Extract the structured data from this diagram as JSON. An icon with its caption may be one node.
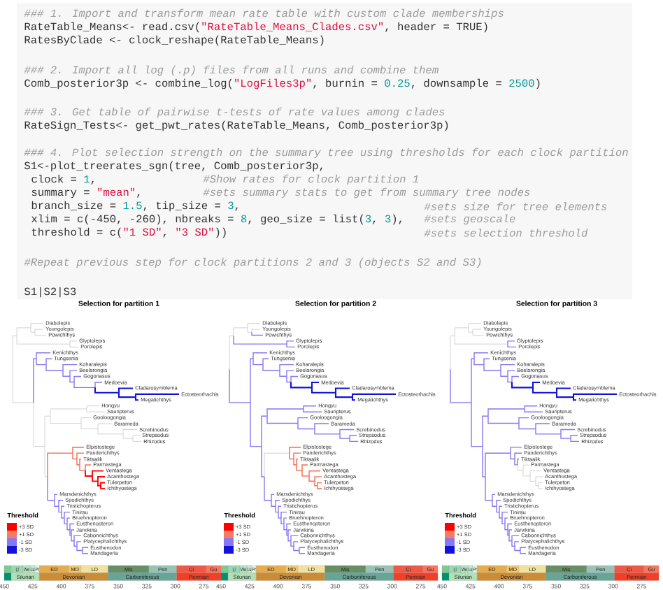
{
  "diagram": {
    "labels": [
      "### 1. Import and transform mean rate table with custom clade memberships",
      "RateTable_Means<- read.csv(\"RateTable_Means_Clades.csv\", header = TRUE)",
      "RatesByClade <- clock_reshape(RateTable_Means)",
      "### 2. Import all log (.p) files from all runs and combine them",
      "Comb_posterior3p <- combine_log(\"LogFiles3p\", burnin = 0.25, downsample = 2500)",
      "### 3. Get table of pairwise t-tests of rate values among clades",
      "RateSign_Tests<- get_pwt_rates(RateTable_Means, Comb_posterior3p)",
      "### 4. Plot selection strength on the summary tree using thresholds for each clock partition",
      "S1<-plot_treerates_sgn(tree, Comb_posterior3p,",
      "clock = 1,",
      "#Show rates for clock partition 1",
      "summary = \"mean\",",
      "#sets summary stats to get from summary tree nodes",
      "branch_size = 1.5, tip_size = 3,",
      "#sets size for tree elements",
      "xlim = c(-450, -260), nbreaks = 8, geo_size = list(3, 3),",
      "#sets geoscale",
      "threshold = c(\"1 SD\", \"3 SD\"))",
      "#sets selection threshold",
      "#Repeat previous step for clock partitions 2 and 3 (objects S2 and S3)",
      "S1|S2|S3",
      "Selection for partition 1",
      "Diabolepis",
      "Youngolepis",
      "Powichthys",
      "Glyptolepis",
      "Porolepis",
      "Kenichthys",
      "Tungsenia",
      "Koharalepis",
      "Beelarongia",
      "Gogonasus",
      "Medoevia",
      "Cladarosymblema",
      "Ectosteorhachis",
      "Megalichthys",
      "Hongyu",
      "Sauripterus",
      "Gooloogongia",
      "Barameda",
      "Screbinodus",
      "Strepsodus",
      "Rhizodus",
      "Elpistostege",
      "Panderichthys",
      "Tiktaalik",
      "Parmastega",
      "Ventastega",
      "Acanthostega",
      "Tulerpeton",
      "Ichthyostega",
      "Marsdenichthys",
      "Spodichthys",
      "Tristichopterus",
      "Tinirau",
      "Bruehnopteron",
      "Eusthenopteron",
      "Jarvikina",
      "Cabonnichthys",
      "Platycephalichthys",
      "Eusthenodon",
      "Mandageria",
      "Threshold",
      "Ll",
      "We",
      "Lu",
      "Pr",
      "ED",
      "MD",
      "LD",
      "Mis",
      "Pen",
      "Ci",
      "Gu",
      "Silurian",
      "Devonian",
      "Carboniferous",
      "Permian",
      "450",
      "425",
      "400",
      "375",
      "350",
      "325",
      "300",
      "275",
      "Selection for partition 2",
      "Diabolepis",
      "Youngolepis",
      "Powichthys",
      "Glyptolepis",
      "Porolepis",
      "Kenichthys",
      "Tungsenia",
      "Koharalepis",
      "Beelarongia",
      "Gogonasus",
      "Medoevia",
      "Cladarosymblema",
      "Ectosteorhachis",
      "Megalichthys",
      "Hongyu",
      "Sauripterus",
      "Gooloogongia",
      "Barameda",
      "Screbinodus",
      "Strepsodus",
      "Rhizodus",
      "Elpistostege",
      "Panderichthys",
      "Tiktaalik",
      "Parmastega",
      "Ventastega",
      "Acanthostega",
      "Tulerpeton",
      "Ichthyostega",
      "Marsdenichthys",
      "Spodichthys",
      "Tristichopterus",
      "Tinirau",
      "Bruehnopteron",
      "Eusthenopteron",
      "Jarvikina",
      "Cabonnichthys",
      "Platycephalichthys",
      "Eusthenodon",
      "Mandageria",
      "Threshold",
      "Ll",
      "We",
      "Lu",
      "Pr",
      "ED",
      "MD",
      "LD",
      "Mis",
      "Pen",
      "Ci",
      "Gu",
      "Silurian",
      "Devonian",
      "Carboniferous",
      "Permian",
      "450",
      "425",
      "400",
      "375",
      "350",
      "325",
      "300",
      "275",
      "Selection for partition 3",
      "Diabolepis",
      "Youngolepis",
      "Powichthys",
      "Glyptolepis",
      "Porolepis",
      "Kenichthys",
      "Tungsenia",
      "Koharalepis",
      "Beelarongia",
      "Gogonasus",
      "Medoevia",
      "Cladarosymblema",
      "Ectosteorhachis",
      "Megalichthys",
      "Hongyu",
      "Sauripterus",
      "Gooloogongia",
      "Barameda",
      "Screbinodus",
      "Strepsodus",
      "Rhizodus",
      "Elpistostege",
      "Panderichthys",
      "Tiktaalik",
      "Parmastega",
      "Ventastega",
      "Acanthostega",
      "Tulerpeton",
      "Ichthyostega",
      "Marsdenichthys",
      "Spodichthys",
      "Tristichopterus",
      "Tinirau",
      "Bruehnopteron",
      "Eusthenopteron",
      "Jarvikina",
      "Cabonnichthys",
      "Platycephalichthys",
      "Eusthenodon",
      "Mandageria",
      "Threshold",
      "Ll",
      "We",
      "Lu",
      "Pr",
      "ED",
      "MD",
      "LD",
      "Mis",
      "Pen",
      "Ci",
      "Gu",
      "Silurian",
      "Devonian",
      "Carboniferous",
      "Permian",
      "450",
      "425",
      "400",
      "375",
      "350",
      "325",
      "300",
      "275"
    ],
    "legend": [
      {
        "text": "+3 SD",
        "color": "#ff0000"
      },
      {
        "text": "+1 SD",
        "color": "#f47c64"
      },
      {
        "text": "-1 SD",
        "color": "#8877f2"
      },
      {
        "text": "-3 SD",
        "color": "#1212d8"
      },
      {
        "text": "+3 SD",
        "color": "#ff0000"
      },
      {
        "text": "+1 SD",
        "color": "#f47c64"
      },
      {
        "text": "-1 SD",
        "color": "#8877f2"
      },
      {
        "text": "-3 SD",
        "color": "#1212d8"
      },
      {
        "text": "+3 SD",
        "color": "#ff0000"
      },
      {
        "text": "+1 SD",
        "color": "#f47c64"
      },
      {
        "text": "-1 SD",
        "color": "#8877f2"
      },
      {
        "text": "-3 SD",
        "color": "#1212d8"
      }
    ]
  }
}
